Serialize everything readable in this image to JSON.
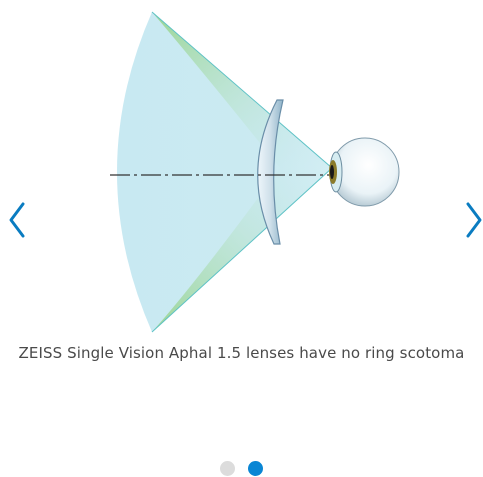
{
  "slide": {
    "caption": "ZEISS Single Vision Aphal 1.5 lenses have no ring scotoma",
    "illustration_icon": "eye-lens-field-of-view-illustration"
  },
  "navigation": {
    "prev_icon": "chevron-left-icon",
    "next_icon": "chevron-right-icon",
    "arrow_color": "#0a7cc1"
  },
  "pagination": {
    "total": 2,
    "active_index": 1,
    "active_color": "#0a86d4",
    "inactive_color": "#dcdcdc"
  }
}
